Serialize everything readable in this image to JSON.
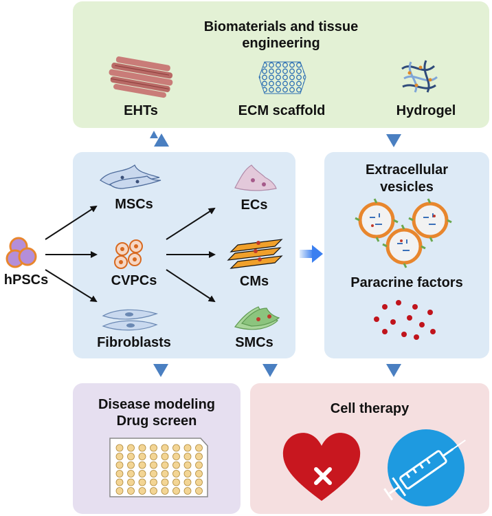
{
  "biomaterials": {
    "title_line1": "Biomaterials and tissue",
    "title_line2": "engineering",
    "items": [
      "EHTs",
      "ECM scaffold",
      "Hydrogel"
    ]
  },
  "source_cell": "hPSCs",
  "derived_cells": [
    "MSCs",
    "CVPCs",
    "Fibroblasts"
  ],
  "cardiac_lineages": [
    "ECs",
    "CMs",
    "SMCs"
  ],
  "secretome": {
    "title_line1": "Extracellular",
    "title_line2": "vesicles",
    "paracrine": "Paracrine factors"
  },
  "disease": {
    "line1": "Disease modeling",
    "line2": "Drug screen"
  },
  "therapy": {
    "title": "Cell therapy"
  },
  "colors": {
    "biomaterials_panel": "#e3f1d5",
    "cell_panel": "#ddeaf6",
    "disease_panel": "#e6dff0",
    "therapy_panel": "#f5dfe0",
    "triangle": "#4a7fc1"
  },
  "icons": [
    "ehts-fiber-icon",
    "ecm-scaffold-icon",
    "hydrogel-icon",
    "hpsc-cluster-icon",
    "msc-cell-icon",
    "cvpc-cell-icon",
    "fibroblast-cell-icon",
    "ec-cell-icon",
    "cm-cell-icon",
    "smc-cell-icon",
    "vesicle-icon",
    "paracrine-dots-icon",
    "well-plate-icon",
    "damaged-heart-icon",
    "syringe-icon"
  ]
}
